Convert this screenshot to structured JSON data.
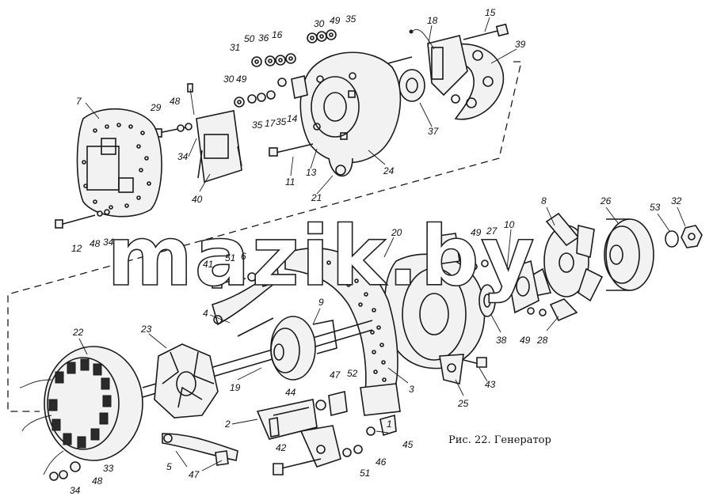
{
  "caption": "Рис. 22. Генератор",
  "watermark": "mazik.by",
  "corner_mark": "",
  "callouts": [
    {
      "id": "c15",
      "label": "15"
    },
    {
      "id": "c18",
      "label": "18"
    },
    {
      "id": "c39",
      "label": "39"
    },
    {
      "id": "c30a",
      "label": "30"
    },
    {
      "id": "c49a",
      "label": "49"
    },
    {
      "id": "c35a",
      "label": "35"
    },
    {
      "id": "c31",
      "label": "31"
    },
    {
      "id": "c50",
      "label": "50"
    },
    {
      "id": "c36",
      "label": "36"
    },
    {
      "id": "c16",
      "label": "16"
    },
    {
      "id": "c30b",
      "label": "30"
    },
    {
      "id": "c49b",
      "label": "49"
    },
    {
      "id": "c35b",
      "label": "35"
    },
    {
      "id": "c17",
      "label": "17"
    },
    {
      "id": "c35c",
      "label": "35"
    },
    {
      "id": "c14",
      "label": "14"
    },
    {
      "id": "c37",
      "label": "37"
    },
    {
      "id": "c24",
      "label": "24"
    },
    {
      "id": "c13",
      "label": "13"
    },
    {
      "id": "c11",
      "label": "11"
    },
    {
      "id": "c21",
      "label": "21"
    },
    {
      "id": "c7",
      "label": "7"
    },
    {
      "id": "c29",
      "label": "29"
    },
    {
      "id": "c48a",
      "label": "48"
    },
    {
      "id": "c34a",
      "label": "34"
    },
    {
      "id": "c40",
      "label": "40"
    },
    {
      "id": "c12",
      "label": "12"
    },
    {
      "id": "c48b",
      "label": "48"
    },
    {
      "id": "c34b",
      "label": "34"
    },
    {
      "id": "c8",
      "label": "8"
    },
    {
      "id": "c26",
      "label": "26"
    },
    {
      "id": "c53",
      "label": "53"
    },
    {
      "id": "c32",
      "label": "32"
    },
    {
      "id": "c20",
      "label": "20"
    },
    {
      "id": "c49c",
      "label": "49"
    },
    {
      "id": "c27",
      "label": "27"
    },
    {
      "id": "c10",
      "label": "10"
    },
    {
      "id": "c41",
      "label": "41"
    },
    {
      "id": "c51a",
      "label": "51"
    },
    {
      "id": "c6",
      "label": "6"
    },
    {
      "id": "c9",
      "label": "9"
    },
    {
      "id": "c4",
      "label": "4"
    },
    {
      "id": "c38",
      "label": "38"
    },
    {
      "id": "c49d",
      "label": "49"
    },
    {
      "id": "c28",
      "label": "28"
    },
    {
      "id": "c22",
      "label": "22"
    },
    {
      "id": "c23",
      "label": "23"
    },
    {
      "id": "c19",
      "label": "19"
    },
    {
      "id": "c3",
      "label": "3"
    },
    {
      "id": "c43",
      "label": "43"
    },
    {
      "id": "c25",
      "label": "25"
    },
    {
      "id": "c47a",
      "label": "47"
    },
    {
      "id": "c52",
      "label": "52"
    },
    {
      "id": "c44",
      "label": "44"
    },
    {
      "id": "c2",
      "label": "2"
    },
    {
      "id": "c1",
      "label": "1"
    },
    {
      "id": "c45",
      "label": "45"
    },
    {
      "id": "c42",
      "label": "42"
    },
    {
      "id": "c46",
      "label": "46"
    },
    {
      "id": "c51b",
      "label": "51"
    },
    {
      "id": "c5",
      "label": "5"
    },
    {
      "id": "c47b",
      "label": "47"
    },
    {
      "id": "c33",
      "label": "33"
    },
    {
      "id": "c48c",
      "label": "48"
    },
    {
      "id": "c34c",
      "label": "34"
    }
  ]
}
